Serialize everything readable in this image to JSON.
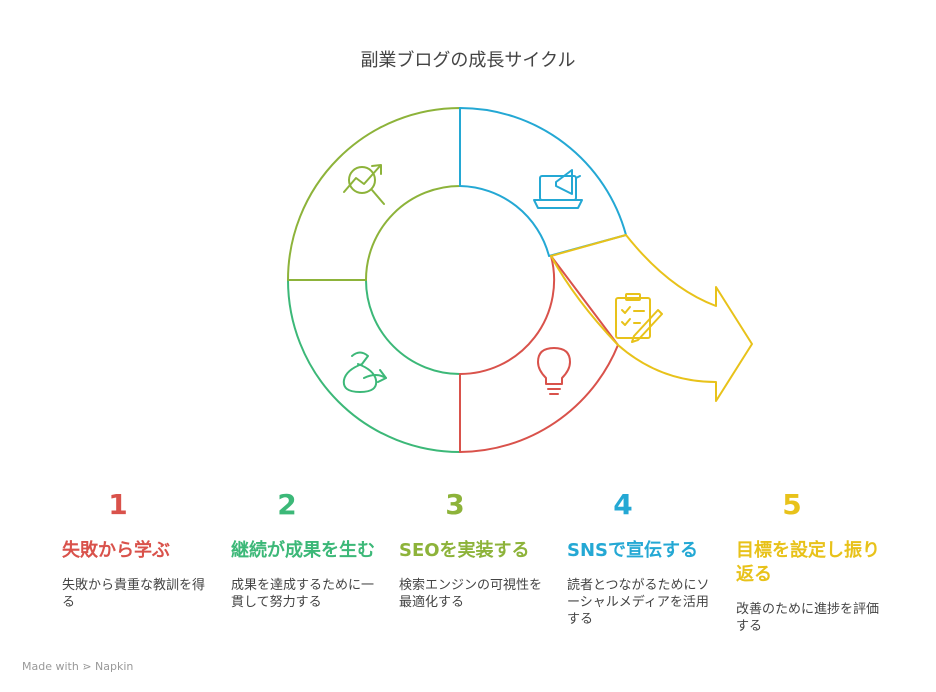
{
  "title": "副業ブログの成長サイクル",
  "colors": {
    "step1": "#d9524b",
    "step2": "#3cb878",
    "step3": "#8db33a",
    "step4": "#24a8d4",
    "step5": "#e8c21a"
  },
  "steps": [
    {
      "number": "1",
      "heading": "失敗から学ぶ",
      "description": "失敗から貴重な教訓を得る",
      "icon": "lightbulb-icon"
    },
    {
      "number": "2",
      "heading": "継続が成果を生む",
      "description": "成果を達成するために一貫して努力する",
      "icon": "money-bag-icon"
    },
    {
      "number": "3",
      "heading": "SEOを実装する",
      "description": "検索エンジンの可視性を最適化する",
      "icon": "search-trend-icon"
    },
    {
      "number": "4",
      "heading": "SNSで宣伝する",
      "description": "読者とつながるためにソーシャルメディアを活用する",
      "icon": "megaphone-laptop-icon"
    },
    {
      "number": "5",
      "heading": "目標を設定し振り返る",
      "description": "改善のために進捗を評価する",
      "icon": "clipboard-pencil-icon"
    }
  ],
  "footer": "Made with ⋗ Napkin"
}
